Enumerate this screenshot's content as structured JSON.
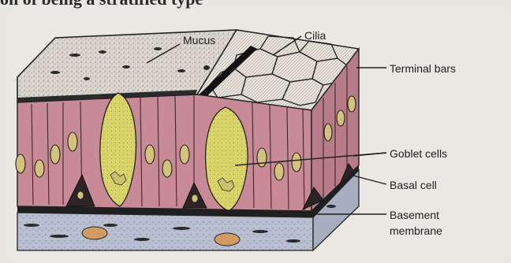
{
  "page": {
    "top_text": "on of being a stratified type"
  },
  "diagram": {
    "labels": {
      "mucus": "Mucus",
      "cilia": "Cilia",
      "terminal_bars": "Terminal bars",
      "goblet_cells": "Goblet cells",
      "basal_cell": "Basal cell",
      "basement_membrane_line1": "Basement",
      "basement_membrane_line2": "membrane"
    }
  },
  "colors": {
    "page_background": "#e9e7e2",
    "columnar_cells": "#c98a97",
    "goblet_cells": "#d9d46a",
    "connective_tissue": "#b7bfd1",
    "nuclei_fill": "#d3c37a",
    "basal_nuclei": "#d39b64",
    "ink": "#1e1e1e"
  }
}
